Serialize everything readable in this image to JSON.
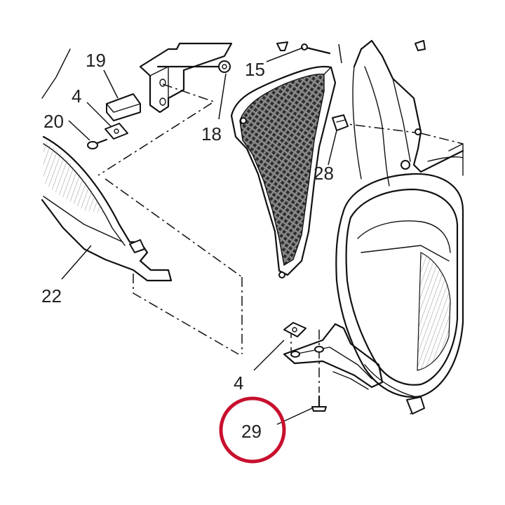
{
  "callouts": [
    {
      "id": "19",
      "label": "19"
    },
    {
      "id": "4a",
      "label": "4"
    },
    {
      "id": "20",
      "label": "20"
    },
    {
      "id": "15",
      "label": "15"
    },
    {
      "id": "18",
      "label": "18"
    },
    {
      "id": "28",
      "label": "28"
    },
    {
      "id": "22",
      "label": "22"
    },
    {
      "id": "4b",
      "label": "4"
    },
    {
      "id": "29",
      "label": "29"
    }
  ],
  "highlight": {
    "target": "29",
    "color": "#c8102e"
  },
  "colors": {
    "line": "#111111",
    "grille": "#555555",
    "label": "#222222"
  }
}
